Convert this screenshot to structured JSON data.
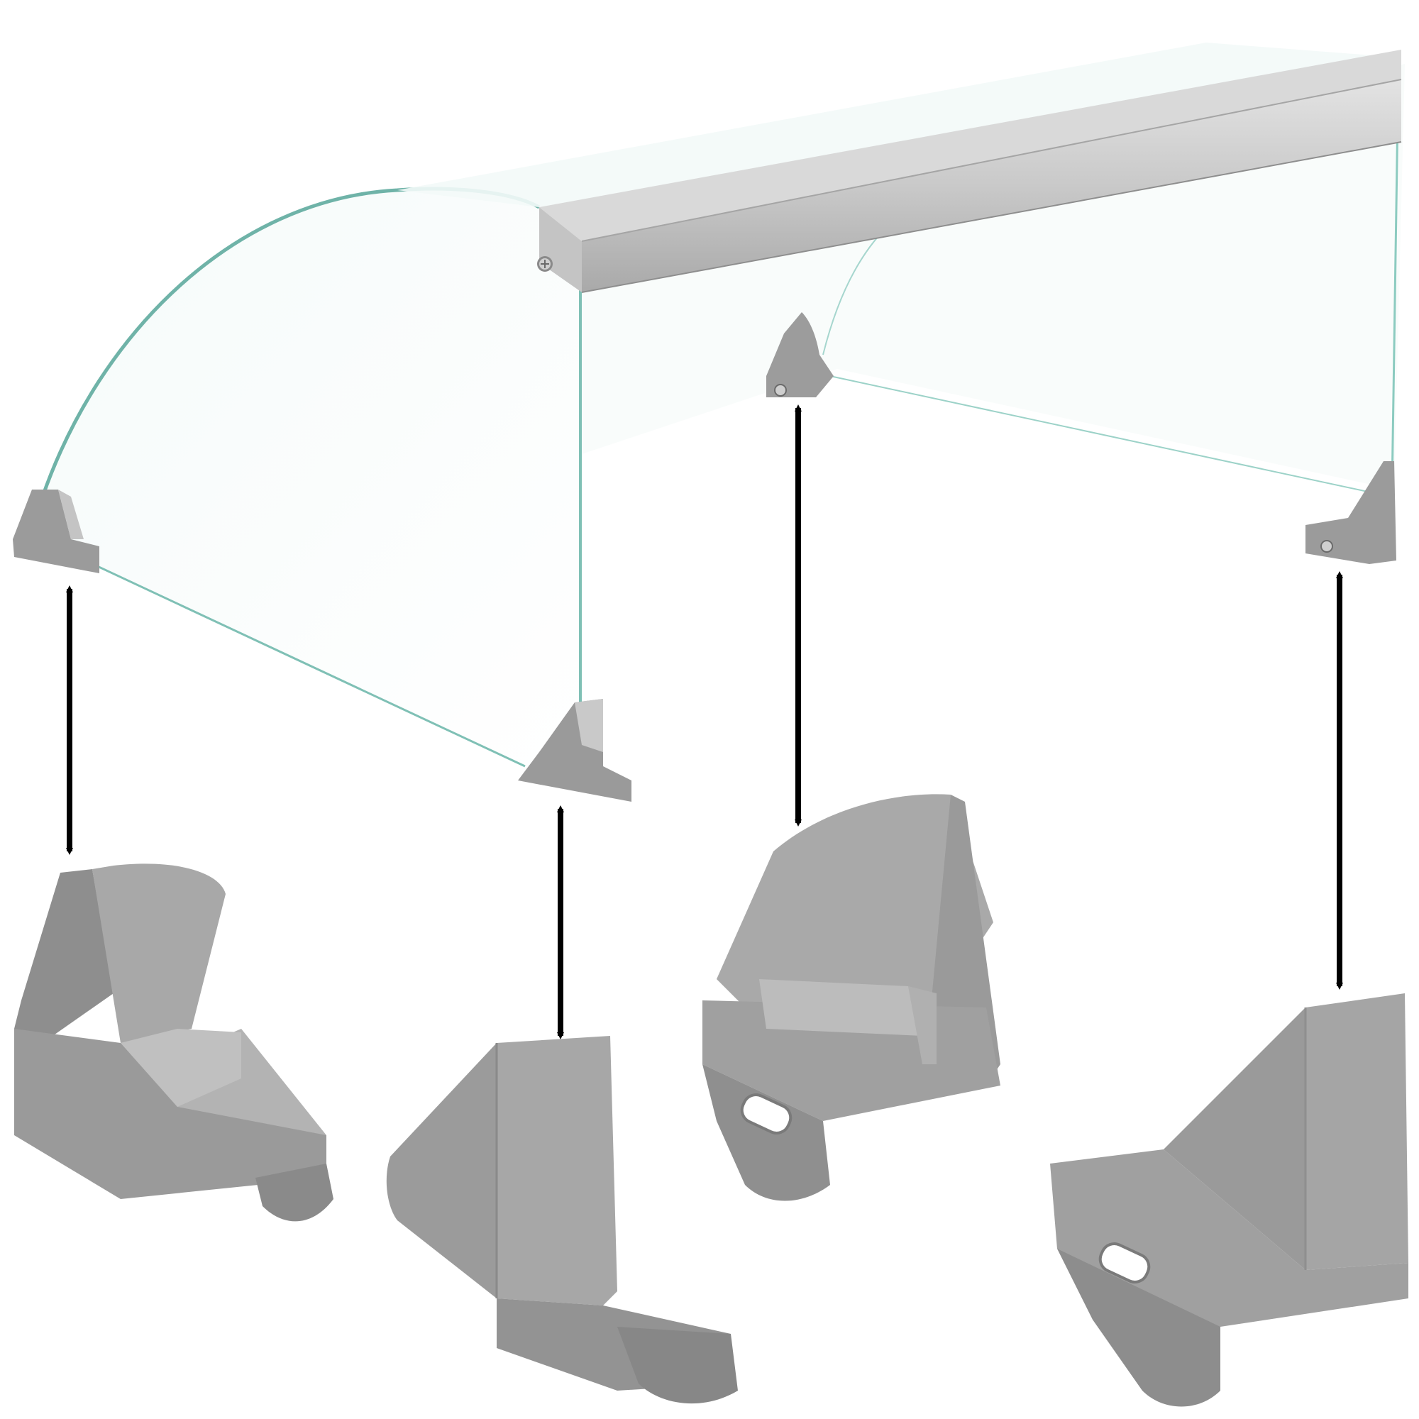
{
  "colors": {
    "background": "#ffffff",
    "glass_edge": "#6fb3a8",
    "glass_fill": "#eef6f4",
    "steel_top": "#d8d8d8",
    "steel_face": "#bdbdbd",
    "steel_dark": "#9a9a9a",
    "bracket_light": "#a6a6a6",
    "bracket_mid": "#8e8e8e",
    "bracket_dark": "#767676",
    "arrow": "#000000"
  },
  "icons": {
    "arrow": "double-headed-arrow-icon",
    "screw": "screw-icon",
    "bracket": "corner-bracket-icon"
  },
  "callouts": [
    {
      "id": "front-left",
      "bracket_style": "curved-clip"
    },
    {
      "id": "front-center",
      "bracket_style": "flat-clip"
    },
    {
      "id": "rear-center",
      "bracket_style": "curved-slot"
    },
    {
      "id": "rear-right",
      "bracket_style": "flat-slot"
    }
  ]
}
